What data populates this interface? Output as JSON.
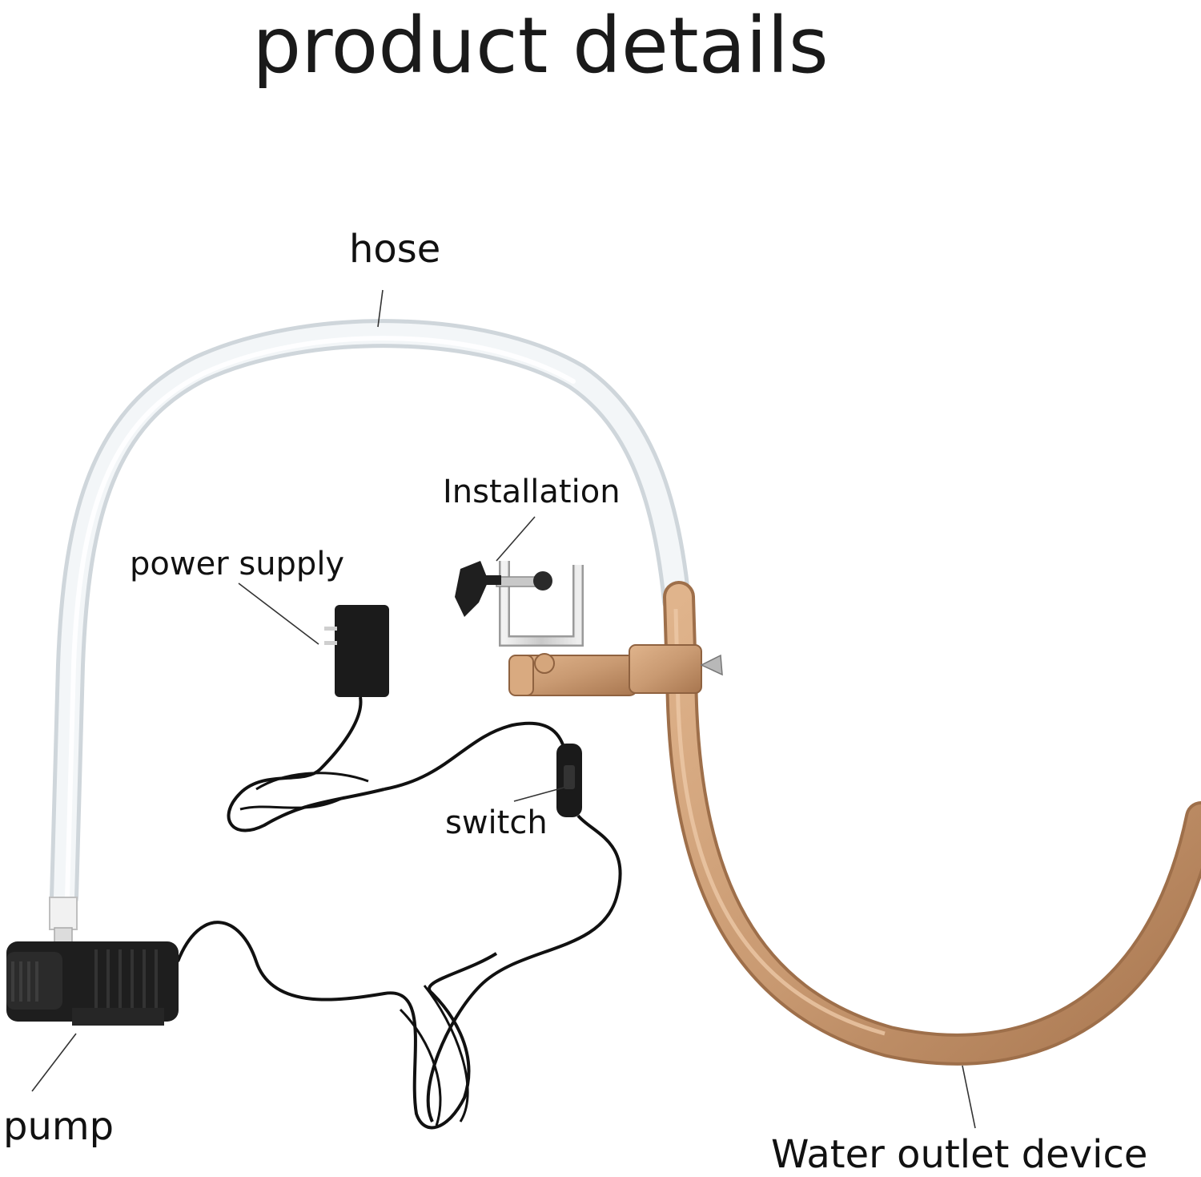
{
  "title": "product details",
  "labels": {
    "hose": "hose",
    "installation": "Installation",
    "power_supply": "power supply",
    "switch": "switch",
    "pump": "pump",
    "water_outlet_device": "Water outlet device"
  },
  "colors": {
    "hose": "#e8ecef",
    "copper": "#c99a72",
    "cable": "#111111",
    "pump_body": "#1e1e1e",
    "clamp": "#d8d8d8"
  }
}
